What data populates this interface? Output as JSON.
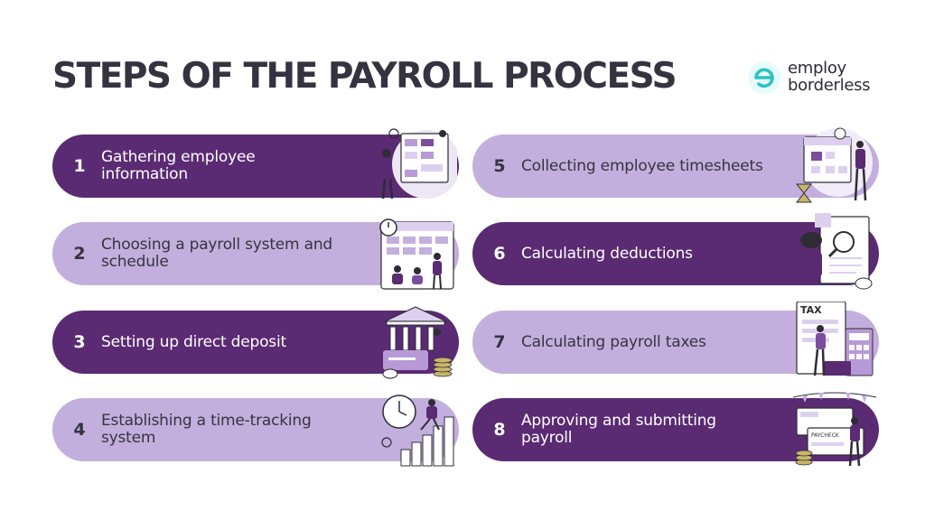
{
  "title": "STEPS OF THE PAYROLL PROCESS",
  "logo": {
    "line1": "employ",
    "line2": "borderless",
    "mark_letter": "e"
  },
  "colors": {
    "dark_purple": "#5a2a72",
    "light_purple": "#c3afdd",
    "title": "#353340",
    "logo_teal": "#2bc2c4"
  },
  "steps": [
    {
      "number": "1",
      "label": "Gathering employee information",
      "style": "dark",
      "icon": "team-board-illustration"
    },
    {
      "number": "2",
      "label": "Choosing a payroll system and schedule",
      "style": "light",
      "icon": "calendar-team-illustration"
    },
    {
      "number": "3",
      "label": "Setting up direct deposit",
      "style": "dark",
      "icon": "bank-deposit-illustration"
    },
    {
      "number": "4",
      "label": "Establishing a time-tracking system",
      "style": "light",
      "icon": "clock-growth-illustration"
    },
    {
      "number": "5",
      "label": "Collecting employee timesheets",
      "style": "light",
      "icon": "calendar-hourglass-illustration"
    },
    {
      "number": "6",
      "label": "Calculating deductions",
      "style": "dark",
      "icon": "magnifier-document-illustration"
    },
    {
      "number": "7",
      "label": "Calculating payroll taxes",
      "style": "light",
      "icon": "tax-form-illustration",
      "icon_text": "TAX"
    },
    {
      "number": "8",
      "label": "Approving and submitting payroll",
      "style": "dark",
      "icon": "paycheck-illustration",
      "icon_text": "PAYCHECK"
    }
  ]
}
